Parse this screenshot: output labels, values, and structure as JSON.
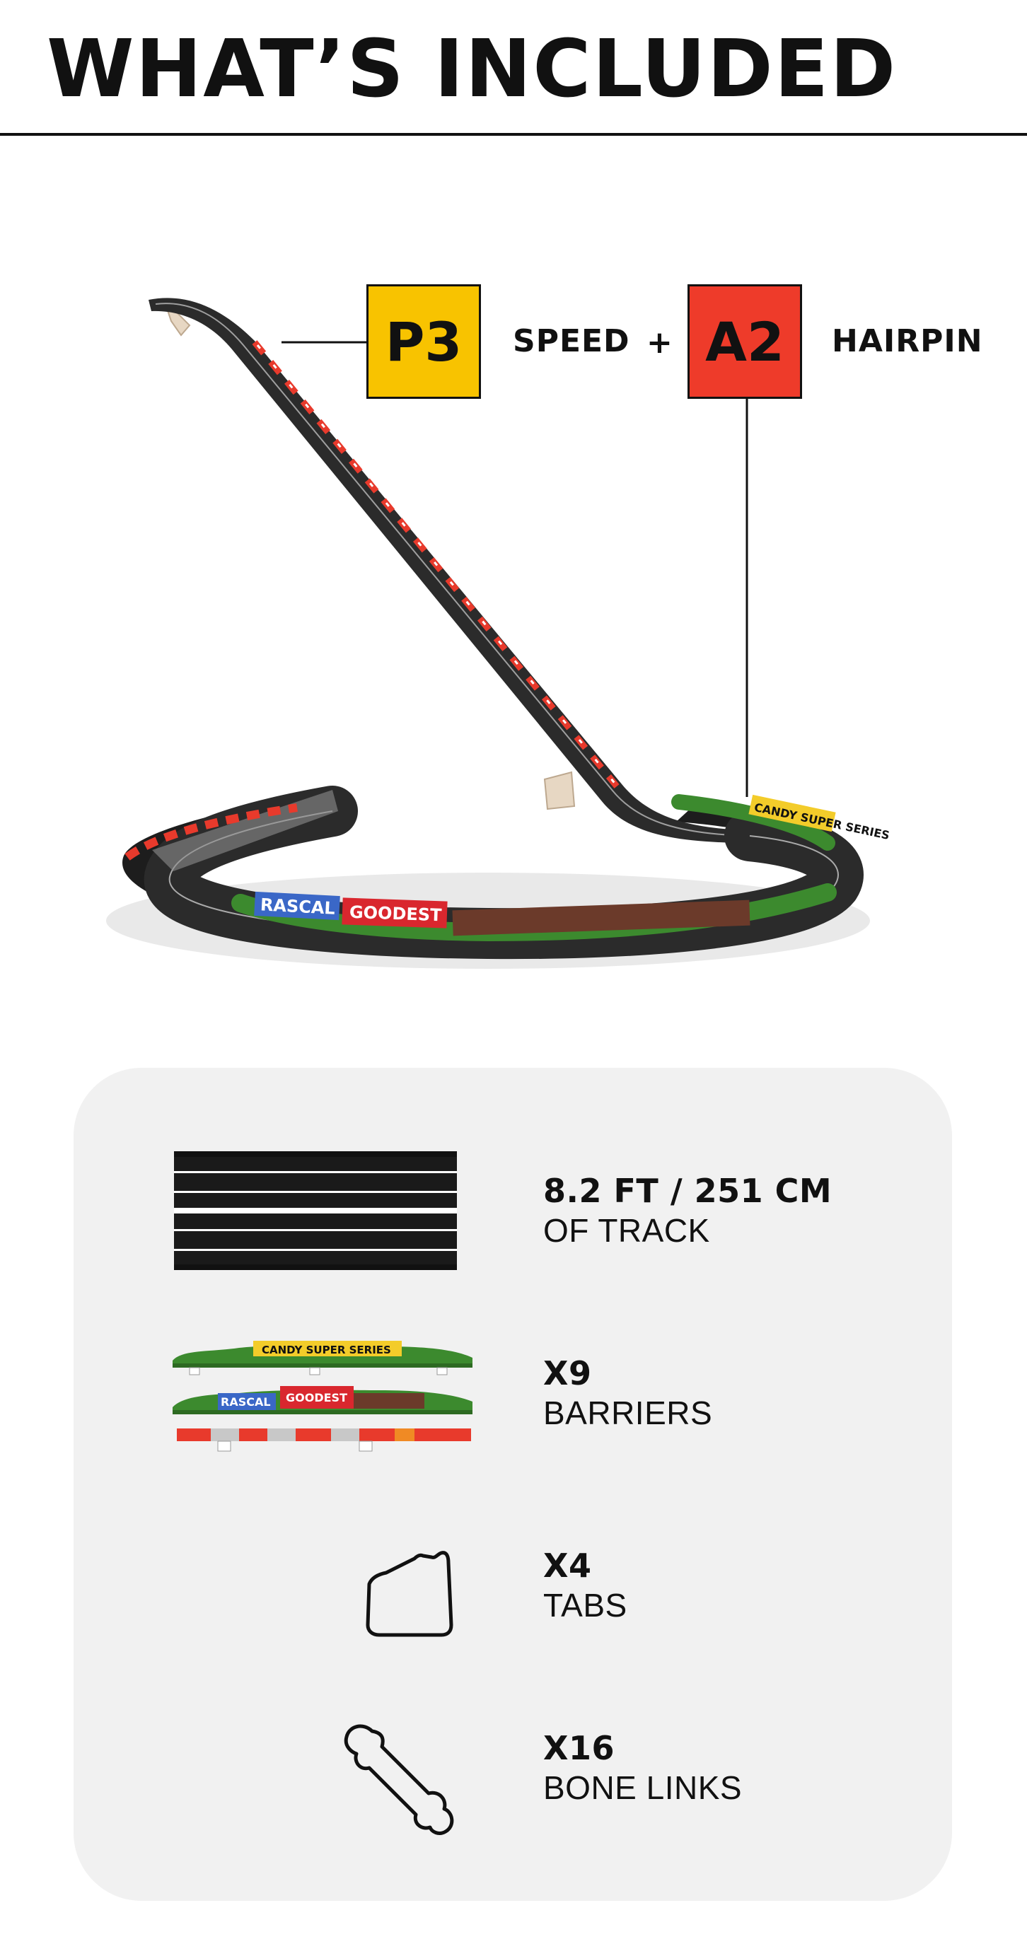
{
  "header": {
    "title": "WHAT’S INCLUDED"
  },
  "hero": {
    "badges": [
      {
        "code": "P3",
        "label": "SPEED",
        "color": "#f8c300"
      },
      {
        "code": "A2",
        "label": "HAIRPIN",
        "color": "#ee3b2a"
      }
    ],
    "plus": "+",
    "barrier_brands": [
      "RASCAL",
      "GOODEST",
      "CANDY SUPER SERIES"
    ]
  },
  "contents": {
    "items": [
      {
        "qty": "8.2 FT / 251 CM",
        "desc": "OF TRACK",
        "icon": "track-piece-icon"
      },
      {
        "qty": "X9",
        "desc": "BARRIERS",
        "icon": "barriers-icon",
        "brands": [
          "CANDY SUPER SERIES",
          "RASCAL",
          "GOODEST"
        ]
      },
      {
        "qty": "X4",
        "desc": "TABS",
        "icon": "tab-icon"
      },
      {
        "qty": "X16",
        "desc": "BONE LINKS",
        "icon": "bone-link-icon"
      }
    ]
  },
  "colors": {
    "track": "#2b2b2b",
    "barrier_red": "#e83a2c",
    "foliage": "#3c8a2e",
    "panel": "#f1f1f1",
    "accent_yellow": "#f8c300",
    "accent_red": "#ee3b2a"
  }
}
